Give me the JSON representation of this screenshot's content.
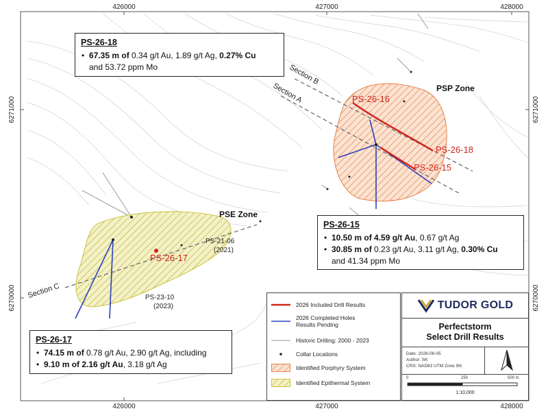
{
  "map": {
    "x_ticks": [
      "426000",
      "427000",
      "428000"
    ],
    "y_ticks": [
      "6271000",
      "6270000"
    ],
    "zones": {
      "psp": "PSP Zone",
      "pse": "PSE Zone"
    },
    "sections": {
      "a": "Section A",
      "b": "Section B",
      "c": "Section C"
    },
    "holes": {
      "ps_26_16": "PS-26-16",
      "ps_26_18": "PS-26-18",
      "ps_26_15": "PS-26-15",
      "ps_26_17": "PS-26-17"
    },
    "historic": {
      "ps_21_06": "PS-21-06",
      "ps_21_06_year": "(2021)",
      "ps_23_10": "PS-23-10",
      "ps_23_10_year": "(2023)"
    },
    "colors": {
      "included": "#d0231b",
      "pending": "#2b3fb8",
      "historic": "#9a9a9a",
      "porphyry": "#e8804a",
      "epithermal": "#c9c23a"
    }
  },
  "callouts": {
    "ps_26_18": {
      "hole": "PS-26-18",
      "l1_a": "67.35 m of",
      "l1_b": " 0.34 g/t Au, 1.89 g/t Ag, ",
      "l1_c": "0.27% Cu",
      "l1_d": "and 53.72 ppm Mo"
    },
    "ps_26_15": {
      "hole": "PS-26-15",
      "l1_a": "10.50 m of 4.59 g/t Au",
      "l1_b": ", 0.67 g/t Ag",
      "l2_a": "30.85 m of",
      "l2_b": " 0.23 g/t Au, 3.11 g/t Ag, ",
      "l2_c": "0.30% Cu",
      "l2_d": "and 41.34 ppm Mo"
    },
    "ps_26_17": {
      "hole": "PS-26-17",
      "l1_a": "74.15 m of",
      "l1_b": " 0.78 g/t Au, 2.90 g/t Ag, including",
      "l2_a": "9.10 m of 2.16 g/t Au",
      "l2_b": ", 3.18 g/t Ag"
    }
  },
  "legend": {
    "included": "2026 Included Drill Results",
    "pending_1": "2026 Completed Holes",
    "pending_2": "Results Pending",
    "historic": "Historic Drilling: 2000 - 2023",
    "collar": "Collar Locations",
    "porphyry": "Identified Porphyry System",
    "epithermal": "Identified Epithermal System"
  },
  "titleblock": {
    "logo": "TUDOR GOLD",
    "title_1": "Perfectstorm",
    "title_2": "Select Drill Results",
    "date": "Date: 2026-08-05",
    "author": "Author: SK",
    "crs": "CRS: NAD83 UTM Zone 9N",
    "scale_0": "0",
    "scale_mid": "250",
    "scale_end": "500 m",
    "scale_ratio": "1:10,000",
    "north_icon": "north-arrow-icon"
  }
}
